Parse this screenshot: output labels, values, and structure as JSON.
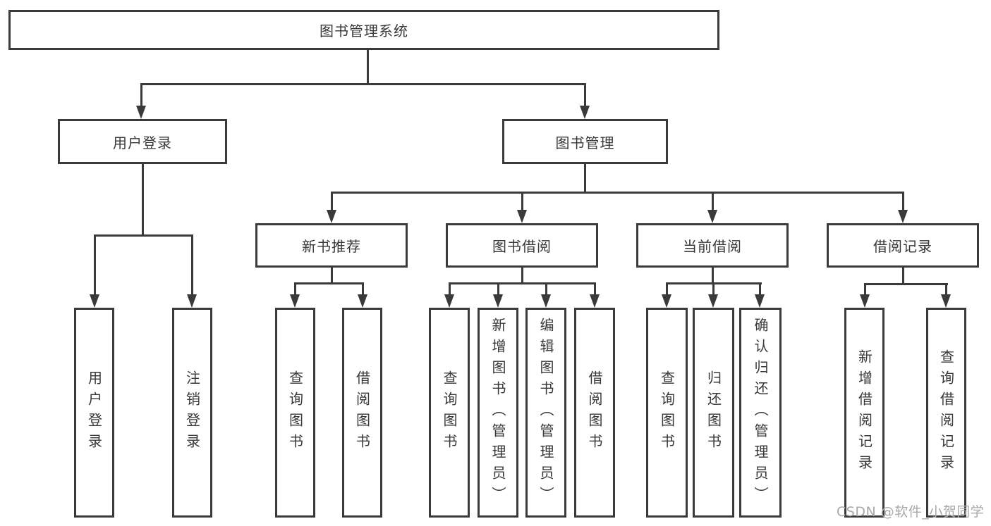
{
  "chart": {
    "root": {
      "label": "图书管理系统"
    },
    "level2": [
      {
        "label": "用户登录"
      },
      {
        "label": "图书管理"
      }
    ],
    "level3": [
      {
        "label": "新书推荐"
      },
      {
        "label": "图书借阅"
      },
      {
        "label": "当前借阅"
      },
      {
        "label": "借阅记录"
      }
    ],
    "leaves": {
      "login": [
        "用户登录",
        "注销登录"
      ],
      "recommend": [
        "查询图书",
        "借阅图书"
      ],
      "borrow": [
        "查询图书",
        "新增图书（管理员）",
        "编辑图书（管理员）",
        "借阅图书"
      ],
      "current": [
        "查询图书",
        "归还图书",
        "确认归还（管理员）"
      ],
      "record": [
        "新增借阅记录",
        "查询借阅记录"
      ]
    }
  },
  "watermark": {
    "text": "CSDN @软件_小贺同学"
  },
  "colors": {
    "line": "#3a3a3a",
    "box_border": "#3a3a3a",
    "text": "#383838",
    "watermark": "#a9a9a9",
    "background": "#ffffff"
  }
}
